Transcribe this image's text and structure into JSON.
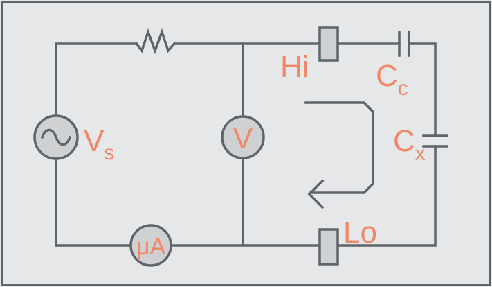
{
  "colors": {
    "wire": "#5e6469",
    "label": "#f08766",
    "background": "#e6e7e8",
    "component_fill": "#cfd0d2"
  },
  "components": {
    "source": {
      "icon": "ac-sine-icon",
      "symbol": "V",
      "subscript": "s"
    },
    "voltmeter": {
      "label": "V"
    },
    "ammeter": {
      "label": "μA"
    },
    "resistor": {
      "icon": "resistor-zigzag-icon"
    },
    "terminal_hi": {
      "label": "Hi"
    },
    "terminal_lo": {
      "label": "Lo"
    },
    "capacitor_c": {
      "symbol": "C",
      "subscript": "c"
    },
    "capacitor_x": {
      "symbol": "C",
      "subscript": "x"
    },
    "current_arrow": {
      "icon": "current-loop-arrow-icon"
    }
  }
}
